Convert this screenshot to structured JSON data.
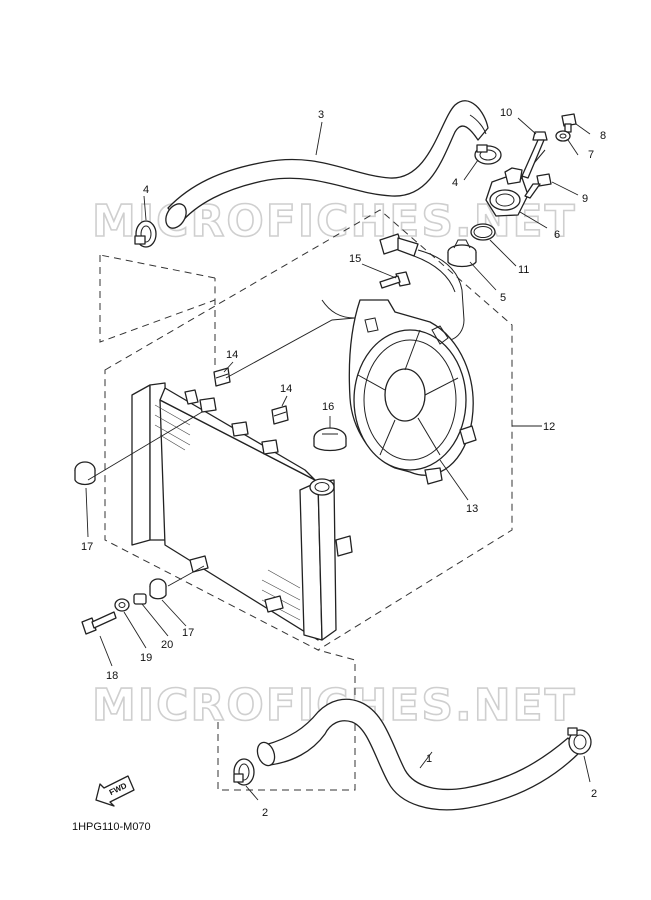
{
  "watermark": {
    "text": "MICROFICHES.NET"
  },
  "diagram_code": "1HPG110-M070",
  "fwd_label": "FWD",
  "callouts": [
    {
      "id": "c1",
      "text": "1"
    },
    {
      "id": "c2a",
      "text": "2"
    },
    {
      "id": "c2b",
      "text": "2"
    },
    {
      "id": "c3",
      "text": "3"
    },
    {
      "id": "c4a",
      "text": "4"
    },
    {
      "id": "c4b",
      "text": "4"
    },
    {
      "id": "c5",
      "text": "5"
    },
    {
      "id": "c6",
      "text": "6"
    },
    {
      "id": "c7",
      "text": "7"
    },
    {
      "id": "c8",
      "text": "8"
    },
    {
      "id": "c9",
      "text": "9"
    },
    {
      "id": "c10",
      "text": "10"
    },
    {
      "id": "c11",
      "text": "11"
    },
    {
      "id": "c12",
      "text": "12"
    },
    {
      "id": "c13",
      "text": "13"
    },
    {
      "id": "c14a",
      "text": "14"
    },
    {
      "id": "c14b",
      "text": "14"
    },
    {
      "id": "c15",
      "text": "15"
    },
    {
      "id": "c16",
      "text": "16"
    },
    {
      "id": "c17a",
      "text": "17"
    },
    {
      "id": "c17b",
      "text": "17"
    },
    {
      "id": "c18",
      "text": "18"
    },
    {
      "id": "c19",
      "text": "19"
    },
    {
      "id": "c20",
      "text": "20"
    }
  ]
}
